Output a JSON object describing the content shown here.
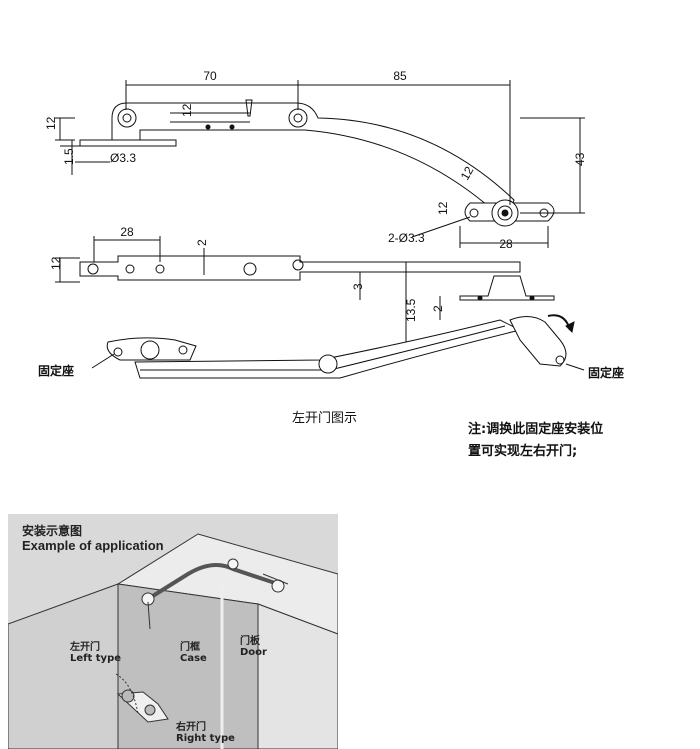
{
  "dimensions": {
    "d70": "70",
    "d85": "85",
    "d12_left": "12",
    "d12_arm": "12",
    "d12_curve": "12",
    "d12_right": "12",
    "d43": "43",
    "d1_5": "1.5",
    "hole_dia": "Ø3.3",
    "holes_2x": "2-Ø3.3",
    "d28_bracket": "28",
    "d28_side": "28",
    "d2_top": "2",
    "d12_side": "12",
    "d3": "3",
    "d13_5": "13.5",
    "d2_bottom": "2"
  },
  "labels": {
    "fixed_seat_left": "固定座",
    "fixed_seat_right": "固定座",
    "left_door_caption": "左开门图示",
    "note_line1": "注:调换此固定座安装位",
    "note_line2": "置可实现左右开门;"
  },
  "application": {
    "title_cn": "安装示意图",
    "title_en": "Example of application",
    "left_type_cn": "左开门",
    "left_type_en": "Left type",
    "case_cn": "门框",
    "case_en": "Case",
    "door_cn": "门板",
    "door_en": "Door",
    "right_type_cn": "右开门",
    "right_type_en": "Right type"
  }
}
